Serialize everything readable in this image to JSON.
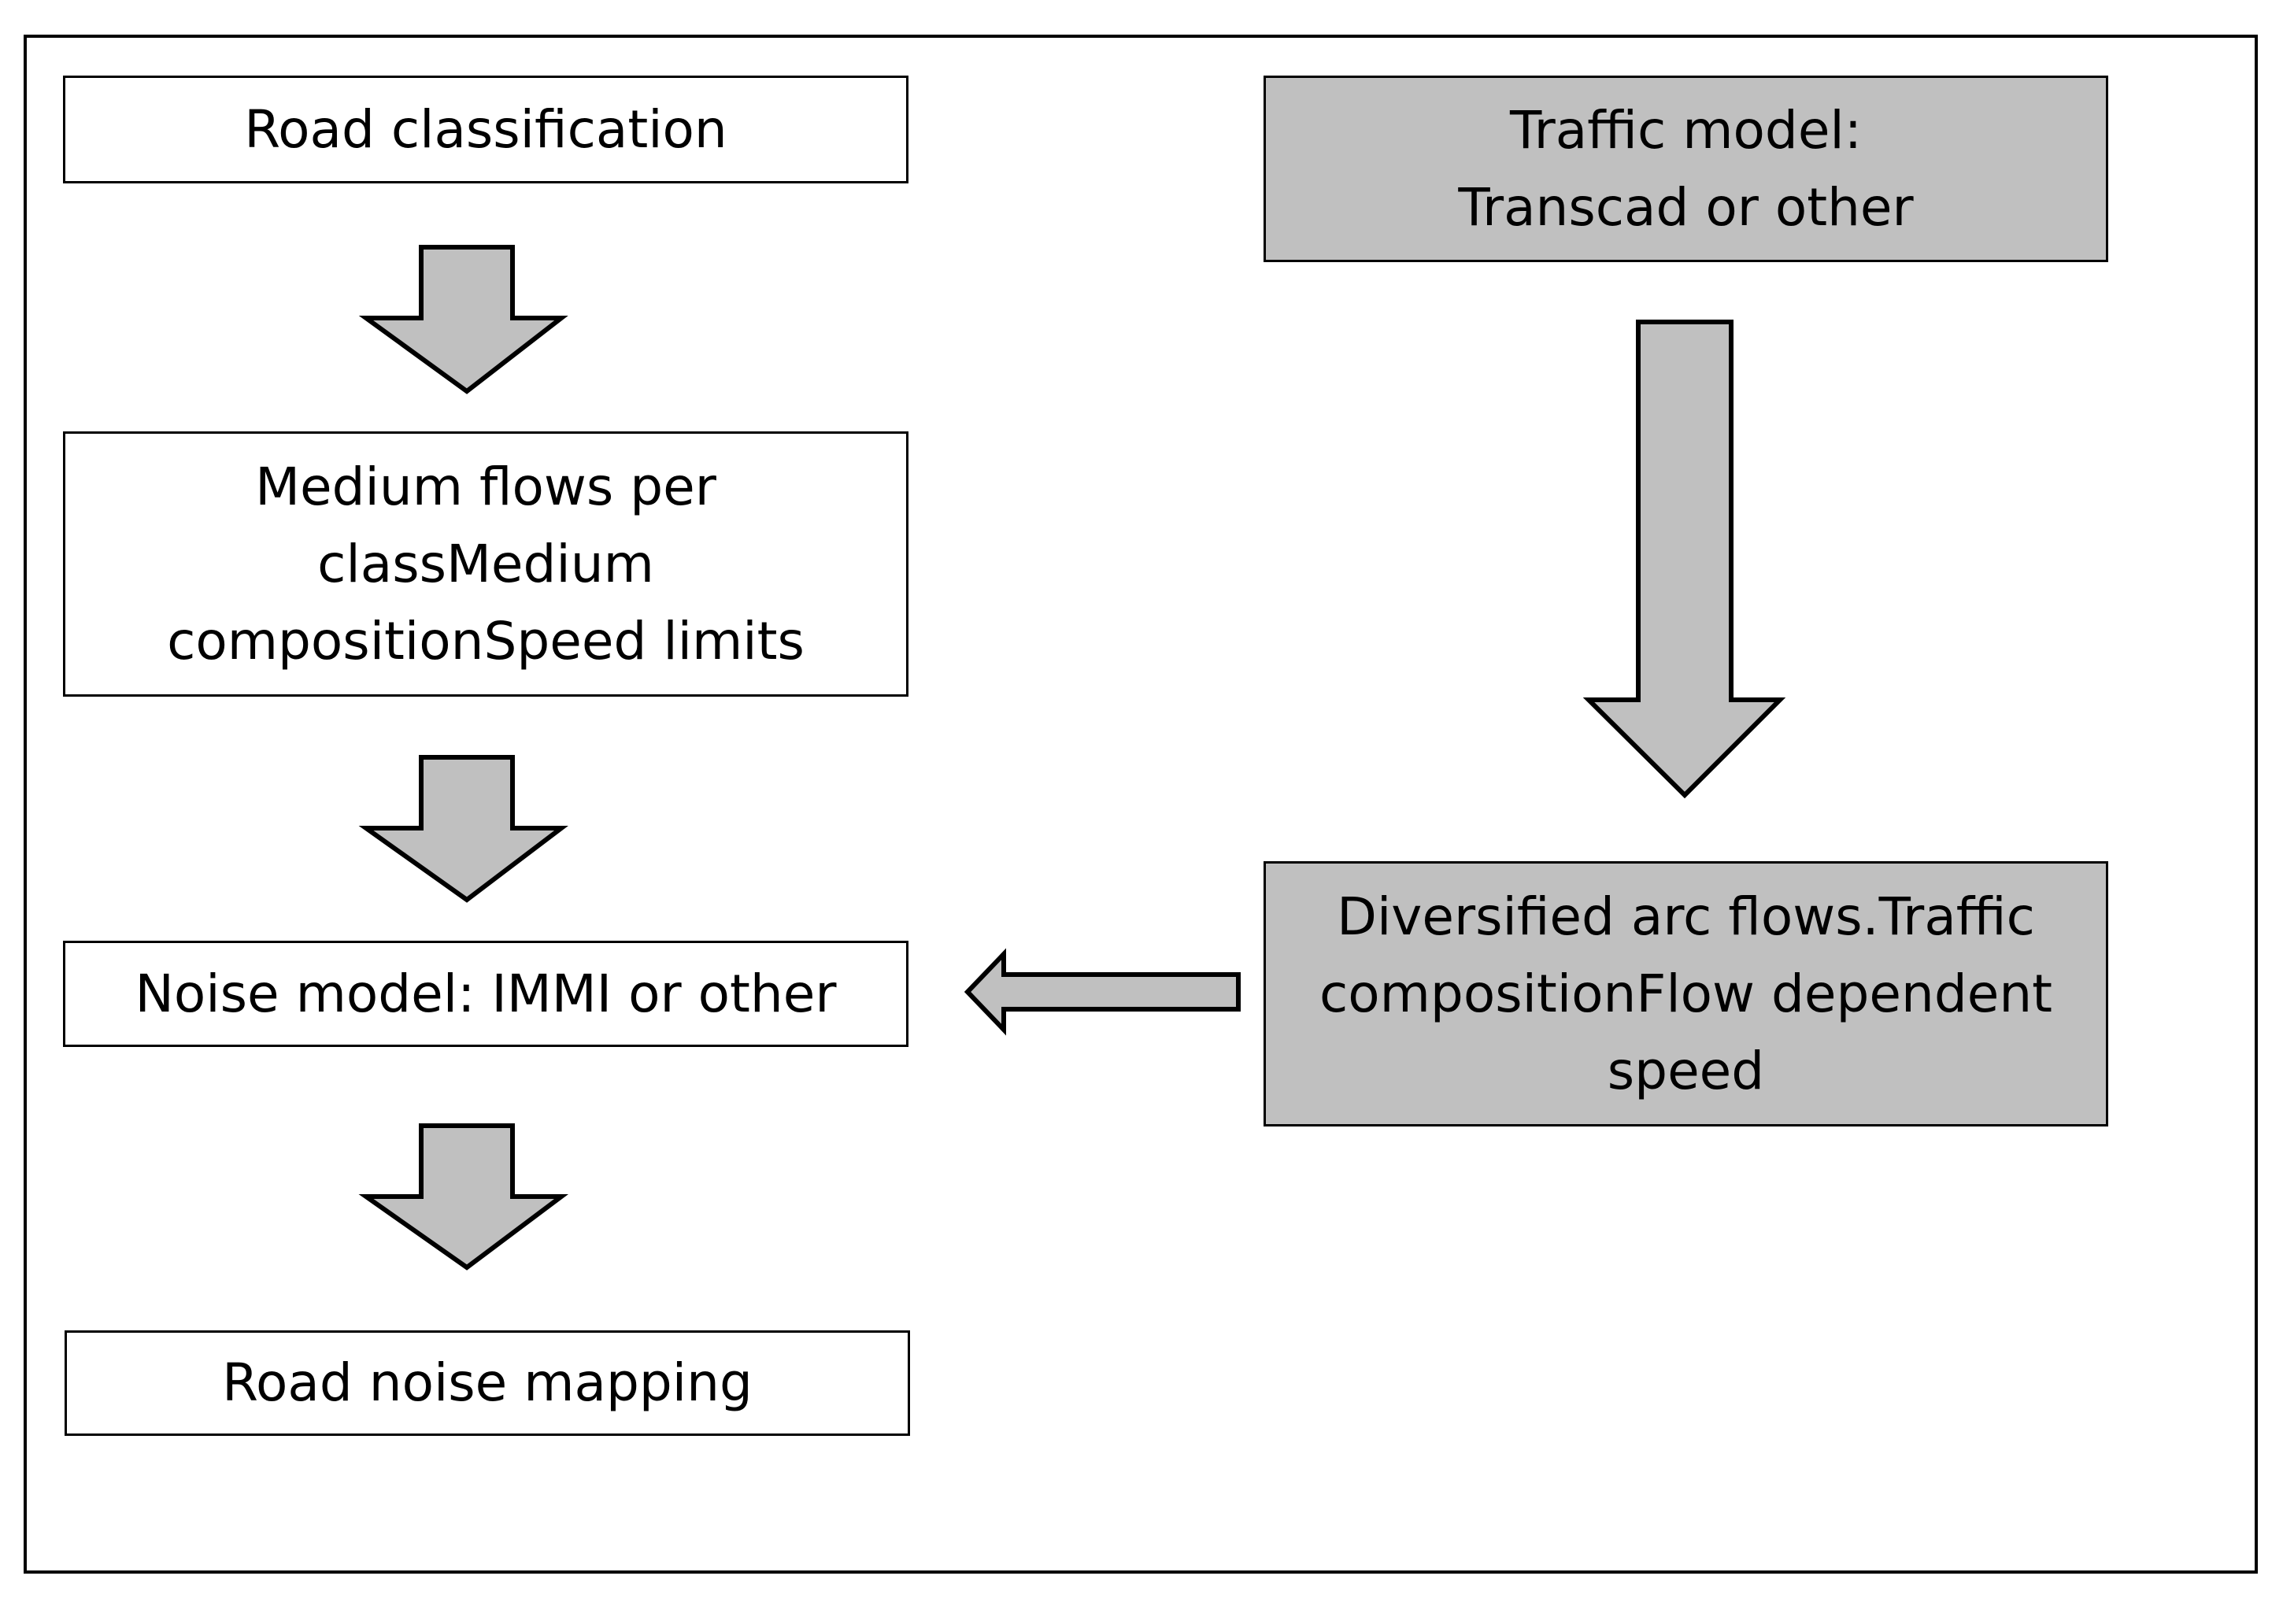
{
  "diagram": {
    "boxes": {
      "road_classification": {
        "lines": [
          "Road classification"
        ]
      },
      "medium_flows": {
        "lines": [
          "Medium flows per",
          "classMedium",
          "compositionSpeed limits"
        ]
      },
      "noise_model": {
        "lines": [
          "Noise model: IMMI or other"
        ]
      },
      "road_noise_mapping": {
        "lines": [
          "Road noise mapping"
        ]
      },
      "traffic_model": {
        "lines": [
          "Traffic model:",
          "Transcad or other"
        ]
      },
      "diversified_flows": {
        "lines": [
          "Diversified arc flows.Traffic",
          "compositionFlow dependent",
          "speed"
        ]
      }
    },
    "colors": {
      "gray_fill": "#c0c0c0",
      "white_fill": "#ffffff",
      "stroke": "#000000"
    }
  }
}
